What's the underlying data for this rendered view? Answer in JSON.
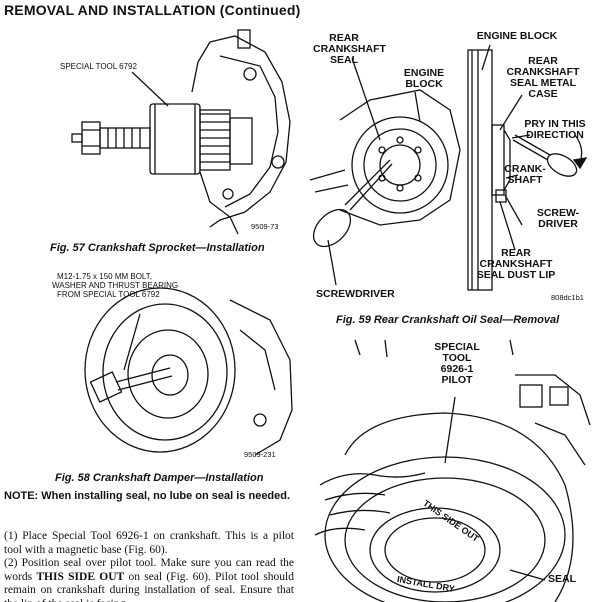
{
  "header": {
    "title": "REMOVAL AND INSTALLATION (Continued)"
  },
  "fig57": {
    "tool_label": "SPECIAL TOOL 6792",
    "code": "9509-73",
    "caption": "Fig. 57 Crankshaft Sprocket—Installation"
  },
  "fig58": {
    "label_lines": [
      "M12-1.75 x 150 MM BOLT,",
      "WASHER AND THRUST BEARING",
      "FROM SPECIAL TOOL 6792"
    ],
    "code": "9509-231",
    "caption": "Fig. 58 Crankshaft Damper—Installation"
  },
  "fig59": {
    "rear_seal": [
      "REAR",
      "CRANKSHAFT",
      "SEAL"
    ],
    "engine_block_a": [
      "ENGINE",
      "BLOCK"
    ],
    "engine_block_b": "ENGINE BLOCK",
    "metal_case": [
      "REAR",
      "CRANKSHAFT",
      "SEAL METAL",
      "CASE"
    ],
    "pry": [
      "PRY IN THIS",
      "DIRECTION"
    ],
    "crankshaft": [
      "CRANK-",
      "SHAFT"
    ],
    "screwdriver_right": [
      "SCREW-",
      "DRIVER"
    ],
    "dust_lip": [
      "REAR",
      "CRANKSHAFT",
      "SEAL DUST LIP"
    ],
    "screwdriver_left": "SCREWDRIVER",
    "code": "808dc1b1",
    "caption": "Fig. 59 Rear Crankshaft Oil Seal—Removal"
  },
  "fig60": {
    "tool_label": [
      "SPECIAL",
      "TOOL",
      "6926-1",
      "PILOT"
    ],
    "this_side_out": "THIS SIDE OUT",
    "install_dry": "INSTALL DRY",
    "seal": "SEAL"
  },
  "text": {
    "note": "NOTE: When installing seal, no lube on seal is needed.",
    "para1": "(1) Place Special Tool 6926-1 on crankshaft. This is a pilot tool with a magnetic base (Fig. 60).",
    "para2_a": "(2) Position seal over pilot tool. Make sure you can read the words ",
    "para2_b": "THIS SIDE OUT",
    "para2_c": " on seal (Fig. 60). Pilot tool should remain on crankshaft during installation of seal. Ensure that the lip of the seal is facing"
  }
}
